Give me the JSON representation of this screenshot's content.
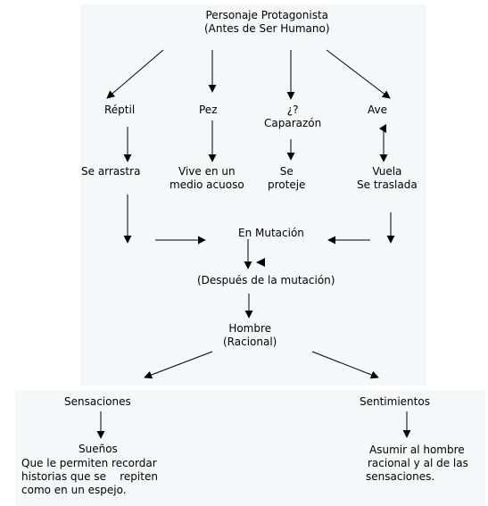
{
  "nodes": {
    "protagonist": [
      "Personaje Protagonista",
      "(Antes de Ser Humano)"
    ],
    "reptile": [
      "Réptil"
    ],
    "fish": [
      "Pez"
    ],
    "shell": [
      "¿?",
      "Caparazón"
    ],
    "bird": [
      "Ave"
    ],
    "drags": [
      "Se arrastra"
    ],
    "aquatic": [
      "Vive en un",
      "medio acuoso"
    ],
    "protects": [
      "Se",
      "proteje"
    ],
    "flies": [
      "Vuela",
      "Se traslada"
    ],
    "mutation": [
      "En Mutación"
    ],
    "after": [
      "(Después de la mutación)"
    ],
    "man": [
      "Hombre",
      "(Racional)"
    ],
    "sensations": [
      "Sensaciones"
    ],
    "feelings": [
      "Sentimientos"
    ],
    "dreams": [
      "Sueños",
      "Que le permiten recordar",
      "historias que se    repiten",
      "como en un espejo."
    ],
    "assume": [
      "Asumir al hombre",
      "racional y al de las",
      "sensaciones."
    ]
  }
}
